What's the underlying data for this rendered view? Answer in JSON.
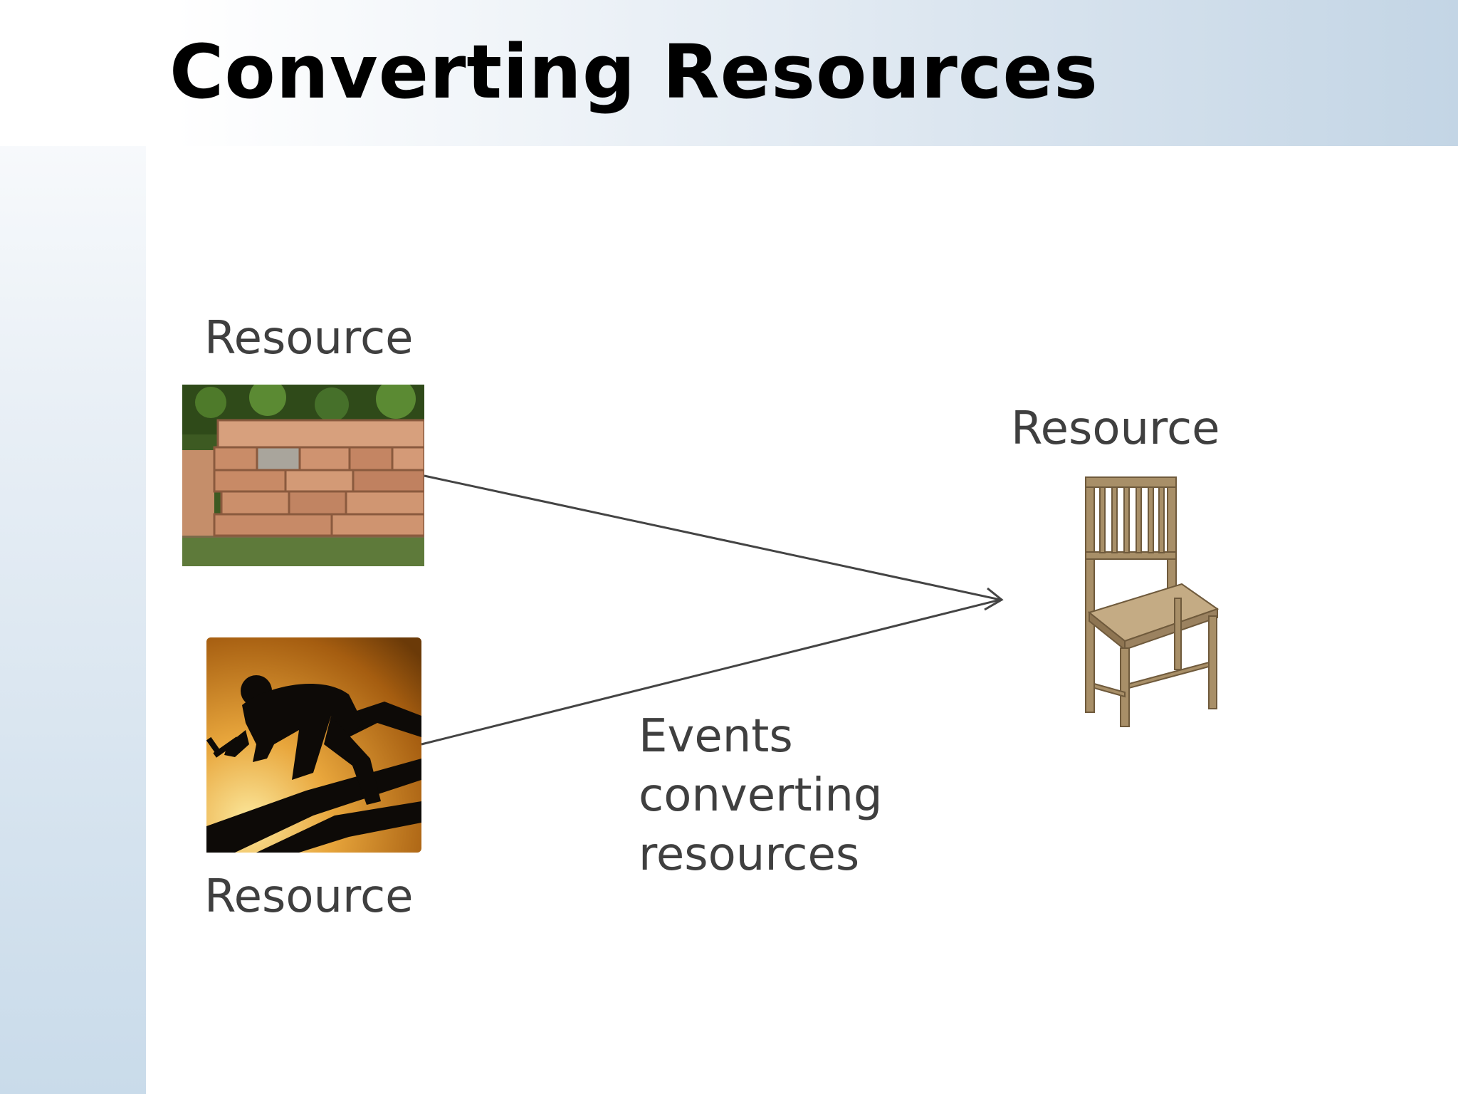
{
  "slide": {
    "title": "Converting Resources"
  },
  "diagram": {
    "wood_label": "Resource",
    "worker_label": "Resource",
    "chair_label": "Resource",
    "events_lines": [
      "Events",
      "converting",
      "resources"
    ]
  },
  "colors": {
    "text": "#3f3f3f",
    "arrow": "#444444",
    "title": "#000000"
  },
  "icons": [
    "lumber-stack-image",
    "worker-silhouette-image",
    "wooden-chair-image"
  ]
}
